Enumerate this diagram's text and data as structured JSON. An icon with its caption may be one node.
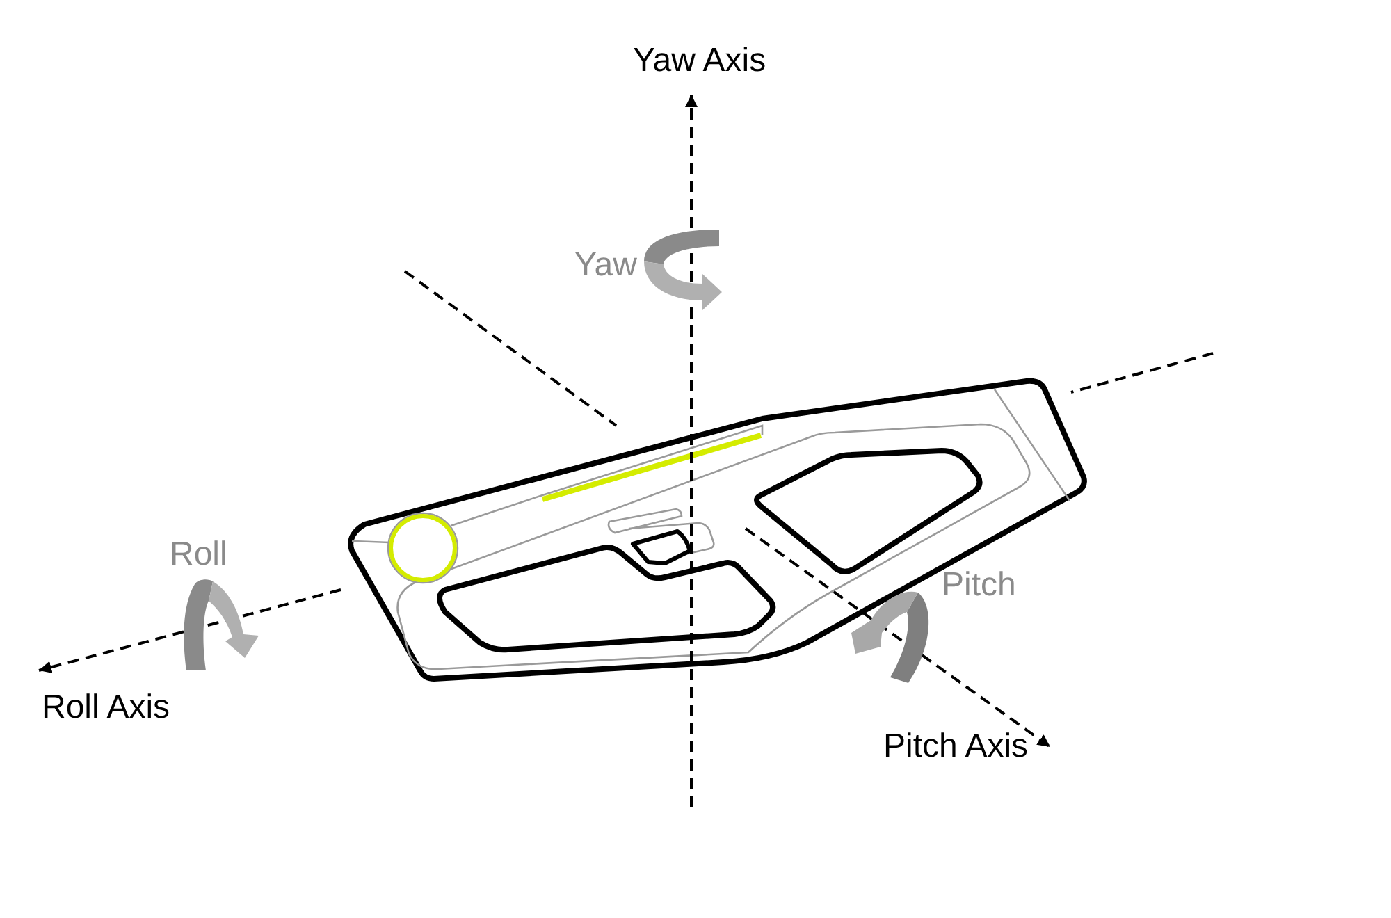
{
  "diagram": {
    "labels": [
      "Yaw Axis",
      "Yaw",
      "Roll",
      "Pitch",
      "Roll Axis",
      "Pitch Axis"
    ]
  }
}
